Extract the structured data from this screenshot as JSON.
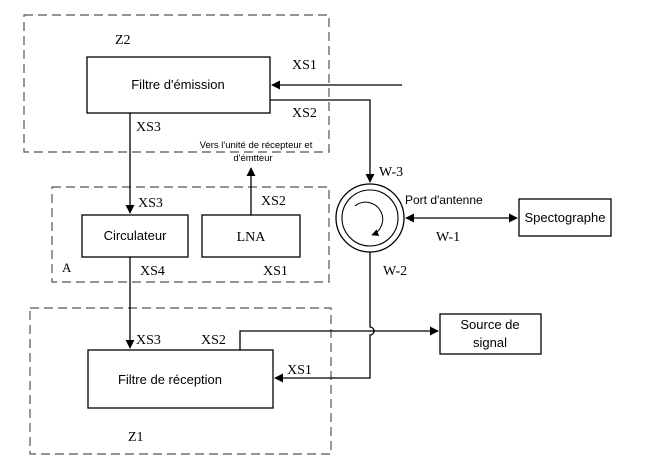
{
  "zones": {
    "z2": "Z2",
    "a": "A",
    "z1": "Z1"
  },
  "blocks": {
    "emission_filter": "Filtre d'émission",
    "circulator": "Circulateur",
    "lna": "LNA",
    "reception_filter": "Filtre de réception",
    "spectrograph": "Spectographe",
    "signal_source_line1": "Source de",
    "signal_source_line2": "signal"
  },
  "ports": {
    "xs1": "XS1",
    "xs2": "XS2",
    "xs3": "XS3",
    "xs4": "XS4"
  },
  "wires": {
    "w1": "W-1",
    "w2": "W-2",
    "w3": "W-3"
  },
  "annotations": {
    "antenna_port": "Port d'antenne",
    "to_unit_line1": "Vers l'unité de récepteur et",
    "to_unit_line2": "d'émtteur"
  }
}
